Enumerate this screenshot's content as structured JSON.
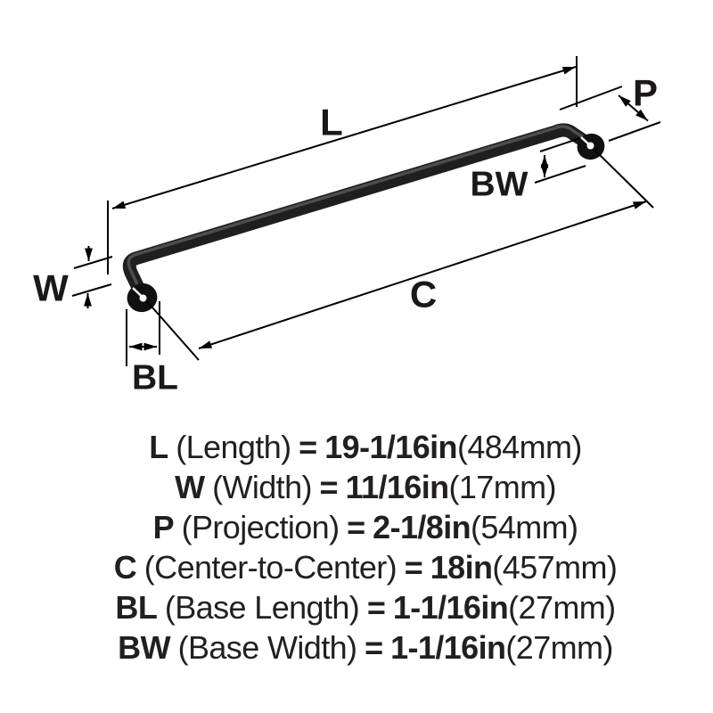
{
  "diagram": {
    "labels": {
      "l": "L",
      "w": "W",
      "p": "P",
      "c": "C",
      "bl": "BL",
      "bw": "BW"
    }
  },
  "specs": {
    "rows": [
      {
        "code": "L",
        "name": "(Length)",
        "eq": "=",
        "value": "19-1/16in",
        "metric": "(484mm)"
      },
      {
        "code": "W",
        "name": "(Width)",
        "eq": "=",
        "value": "11/16in",
        "metric": "(17mm)"
      },
      {
        "code": "P",
        "name": "(Projection)",
        "eq": "=",
        "value": "2-1/8in",
        "metric": "(54mm)"
      },
      {
        "code": "C",
        "name": "(Center-to-Center)",
        "eq": "=",
        "value": "18in",
        "metric": "(457mm)"
      },
      {
        "code": "BL",
        "name": "(Base Length)",
        "eq": "=",
        "value": "1-1/16in",
        "metric": "(27mm)"
      },
      {
        "code": "BW",
        "name": "(Base Width)",
        "eq": "=",
        "value": "1-1/16in",
        "metric": "(27mm)"
      }
    ]
  },
  "colors": {
    "background": "#ffffff",
    "line": "#000000",
    "text": "#231f20",
    "handle_body": "#1f1f1f",
    "handle_highlight": "#525252",
    "handle_base": "#101010",
    "screw_hole": "#ffffff"
  }
}
